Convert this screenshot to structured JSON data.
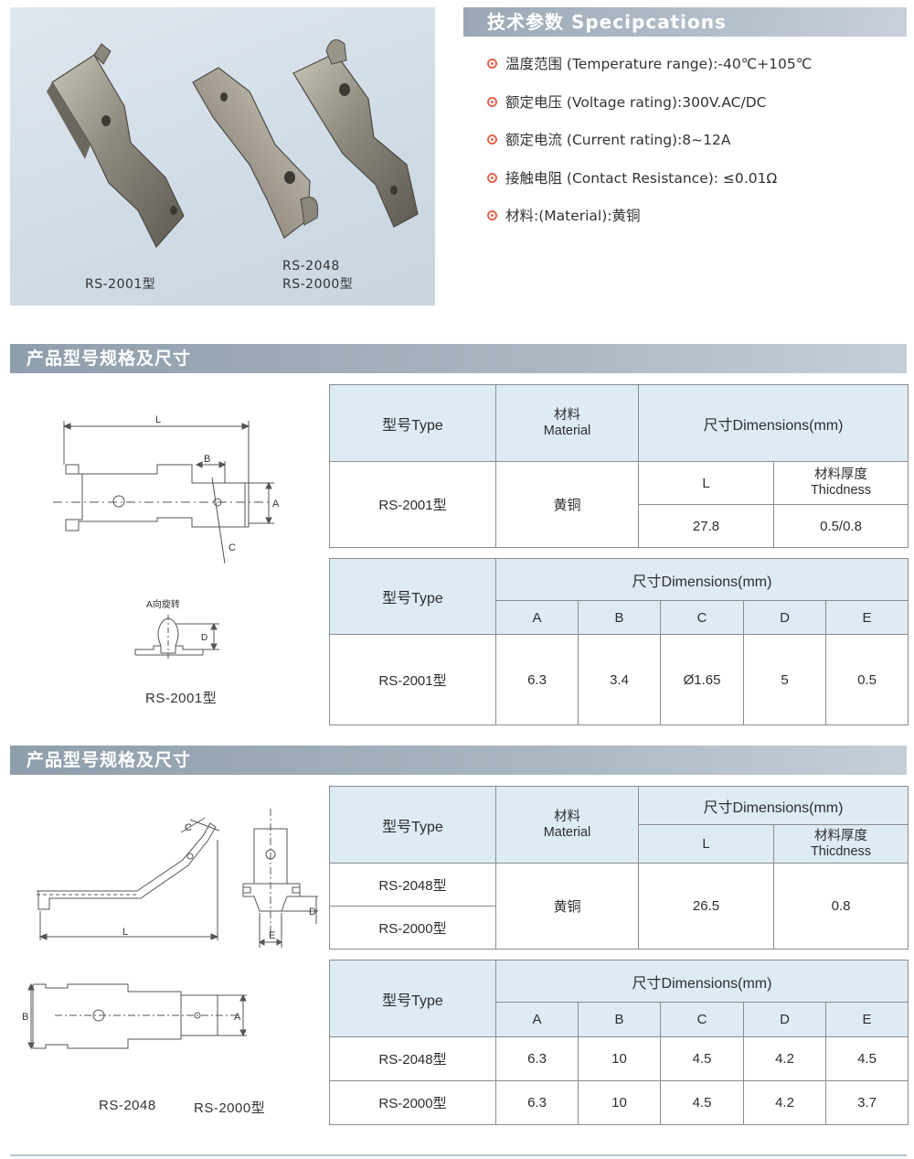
{
  "photo": {
    "caption_left": "RS-2001型",
    "caption_right_1": "RS-2048",
    "caption_right_2": "RS-2000型"
  },
  "specs": {
    "title": "技术参数 Specipcations",
    "items": [
      "温度范围 (Temperature range):-40℃+105℃",
      "额定电压 (Voltage rating):300V.AC/DC",
      "额定电流 (Current rating):8~12A",
      "接触电阻 (Contact Resistance): ≤0.01Ω",
      "材料:(Material):黄铜"
    ],
    "bullet_color": "#e0654f"
  },
  "section1": {
    "title": "产品型号规格及尺寸",
    "drawing": {
      "dim_L": "L",
      "dim_B": "B",
      "dim_A": "A",
      "dim_C": "C",
      "dim_D": "D",
      "rotate_note": "A向旋转",
      "model_label": "RS-2001型"
    },
    "table1": {
      "h_type": "型号Type",
      "h_material_1": "材料",
      "h_material_2": "Material",
      "h_dimensions": "尺寸Dimensions(mm)",
      "h_L": "L",
      "h_thick_1": "材料厚度",
      "h_thick_2": "Thicdness",
      "type": "RS-2001型",
      "material": "黄铜",
      "L": "27.8",
      "thickness": "0.5/0.8"
    },
    "table2": {
      "h_type": "型号Type",
      "h_dimensions": "尺寸Dimensions(mm)",
      "cols": [
        "A",
        "B",
        "C",
        "D",
        "E"
      ],
      "rows": [
        {
          "type": "RS-2001型",
          "values": [
            "6.3",
            "3.4",
            "Ø1.65",
            "5",
            "0.5"
          ]
        }
      ]
    }
  },
  "section2": {
    "title": "产品型号规格及尺寸",
    "drawing": {
      "dim_C": "C",
      "dim_L": "L",
      "dim_D": "D",
      "dim_E": "E",
      "dim_B": "B",
      "dim_A": "A",
      "model_label_1": "RS-2048",
      "model_label_2": "RS-2000型"
    },
    "table1": {
      "h_type": "型号Type",
      "h_material_1": "材料",
      "h_material_2": "Material",
      "h_dimensions": "尺寸Dimensions(mm)",
      "h_L": "L",
      "h_thick_1": "材料厚度",
      "h_thick_2": "Thicdness",
      "type_1": "RS-2048型",
      "type_2": "RS-2000型",
      "material": "黄铜",
      "L": "26.5",
      "thickness": "0.8"
    },
    "table2": {
      "h_type": "型号Type",
      "h_dimensions": "尺寸Dimensions(mm)",
      "cols": [
        "A",
        "B",
        "C",
        "D",
        "E"
      ],
      "rows": [
        {
          "type": "RS-2048型",
          "values": [
            "6.3",
            "10",
            "4.5",
            "4.2",
            "4.5"
          ]
        },
        {
          "type": "RS-2000型",
          "values": [
            "6.3",
            "10",
            "4.5",
            "4.2",
            "3.7"
          ]
        }
      ]
    }
  }
}
